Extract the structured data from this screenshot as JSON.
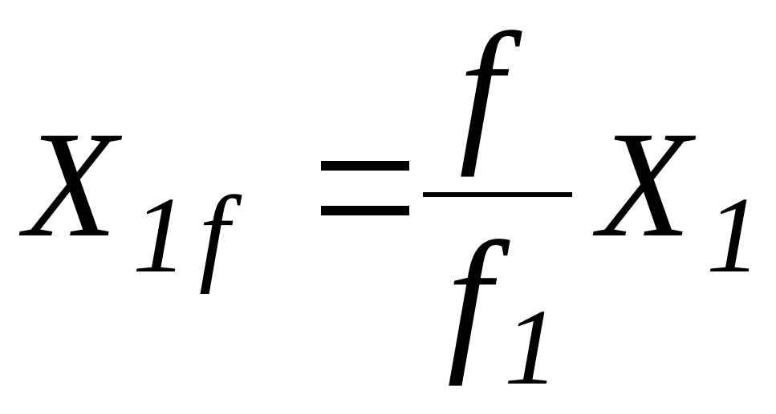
{
  "formula": {
    "lhs": {
      "base": "X",
      "sub1": "1",
      "sub2": "f"
    },
    "equals": "=",
    "fraction": {
      "numerator": "f",
      "denominator": {
        "base": "f",
        "sub": "1"
      }
    },
    "rhs": {
      "base": "X",
      "sub": "1"
    }
  }
}
